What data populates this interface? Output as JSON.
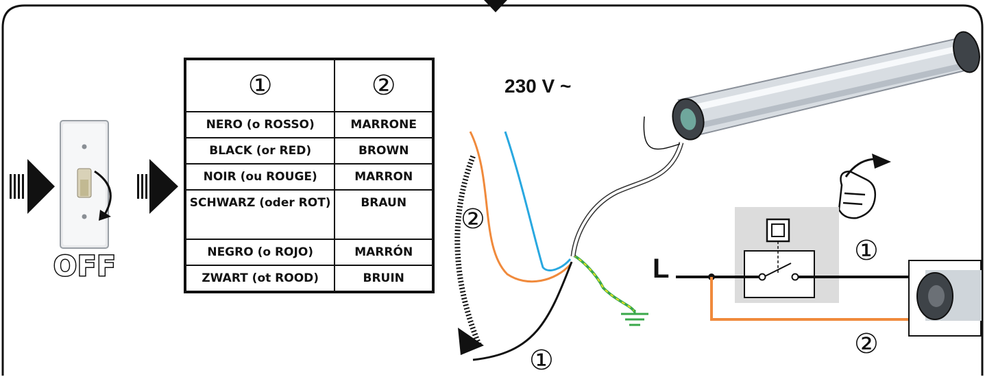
{
  "voltage_label": "230 V ~",
  "switch_state_label": "OFF",
  "table": {
    "headers": [
      "①",
      "②"
    ],
    "rows": [
      [
        "NERO (o ROSSO)",
        "MARRONE"
      ],
      [
        "BLACK (or RED)",
        "BROWN"
      ],
      [
        "NOIR (ou ROUGE)",
        "MARRON"
      ],
      [
        "SCHWARZ (oder ROT)",
        "BRAUN"
      ],
      [
        "NEGRO (o ROJO)",
        "MARRÓN"
      ],
      [
        "ZWART (ot ROOD)",
        "BRUIN"
      ]
    ]
  },
  "wire_labels": {
    "wire1": "①",
    "wire2": "②",
    "line": "L"
  },
  "colors": {
    "wire1": "#111111",
    "wire2": "#f08a3c",
    "neutral": "#29a8e0",
    "earth_green": "#3aa84a",
    "earth_yellow": "#e8e020"
  }
}
